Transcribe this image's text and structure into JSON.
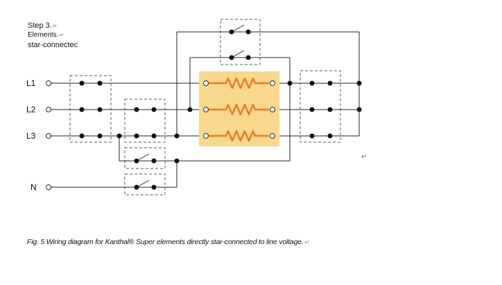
{
  "heading": {
    "step": "Step 3.",
    "line2": "Elements.",
    "line3": "star-connectec"
  },
  "lines": [
    {
      "label": "L1"
    },
    {
      "label": "L2"
    },
    {
      "label": "L3"
    },
    {
      "label": "N"
    }
  ],
  "caption": "Fig. 5 Wiring diagram for Kanthal® Super elements directly star-connected to line voltage.",
  "marks": {
    "paragraph": "↵",
    "pilcrow": "↵"
  },
  "colors": {
    "heater": "#e87a2a",
    "heater_bg": "#f8d88c",
    "wire": "#222222",
    "dashed_box": "#555555"
  }
}
